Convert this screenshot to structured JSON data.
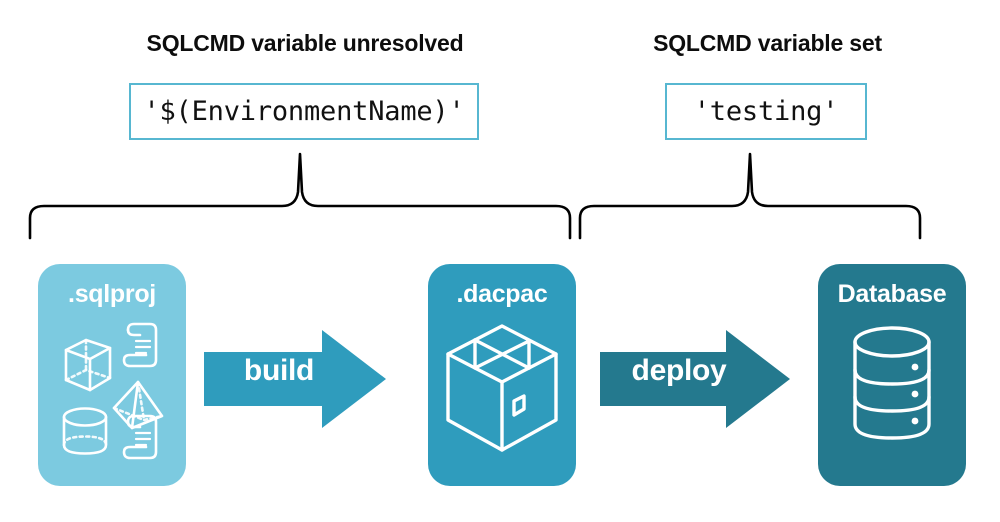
{
  "diagram": {
    "title_left": "SQLCMD variable unresolved",
    "title_right": "SQLCMD variable set",
    "code_left": "'$(EnvironmentName)'",
    "code_right": "'testing'",
    "colors": {
      "sqlproj_fill": "#7ccae0",
      "dacpac_fill": "#2f9cbd",
      "database_fill": "#24798e",
      "build_arrow": "#2f9cbd",
      "deploy_arrow": "#24798e",
      "code_border": "#57b7d1",
      "brace_stroke": "#000000",
      "heading_text": "#0d0d0d",
      "card_text": "#ffffff"
    },
    "stages": [
      {
        "id": "sqlproj",
        "label": ".sqlproj",
        "icon": "wireframe-shapes-and-scripts-icon"
      },
      {
        "id": "dacpac",
        "label": ".dacpac",
        "icon": "package-box-icon"
      },
      {
        "id": "database",
        "label": "Database",
        "icon": "database-cylinder-icon"
      }
    ],
    "arrows": [
      {
        "id": "build",
        "label": "build"
      },
      {
        "id": "deploy",
        "label": "deploy"
      }
    ],
    "braces": [
      {
        "id": "brace-left",
        "spans": "sqlproj-to-dacpac"
      },
      {
        "id": "brace-right",
        "spans": "dacpac-to-database"
      }
    ]
  }
}
